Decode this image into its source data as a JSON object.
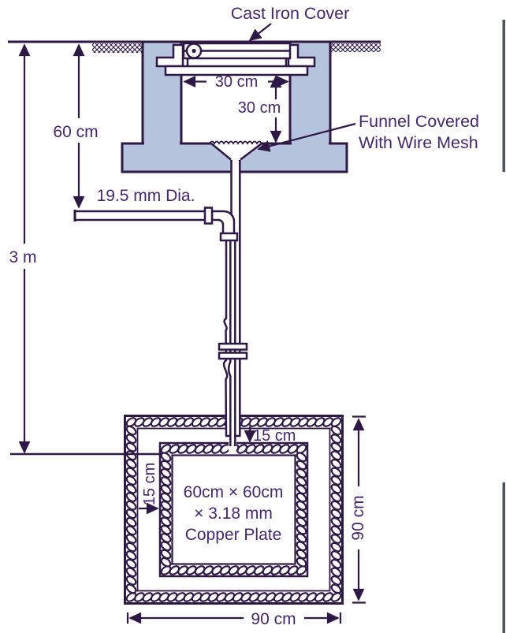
{
  "colors": {
    "line": "#2e1845",
    "text": "#45276e",
    "masonry": "#b5c3dc",
    "background": "#ffffff",
    "edge": "#4a555e"
  },
  "labels": {
    "cast_iron_cover": "Cast Iron Cover",
    "funnel_line1": "Funnel Covered",
    "funnel_line2": "With Wire Mesh",
    "pipe_diameter": "19.5 mm Dia."
  },
  "dimensions": {
    "depth_60cm": "60 cm",
    "depth_3m": "3 m",
    "chamber_width": "30 cm",
    "chamber_height": "30 cm",
    "pipe_above_plate": "15 cm",
    "side_gap": "15 cm",
    "pit_height": "90 cm",
    "pit_width": "90 cm"
  },
  "plate": {
    "line1": "60cm × 60cm",
    "line2": "× 3.18 mm",
    "line3": "Copper Plate"
  }
}
